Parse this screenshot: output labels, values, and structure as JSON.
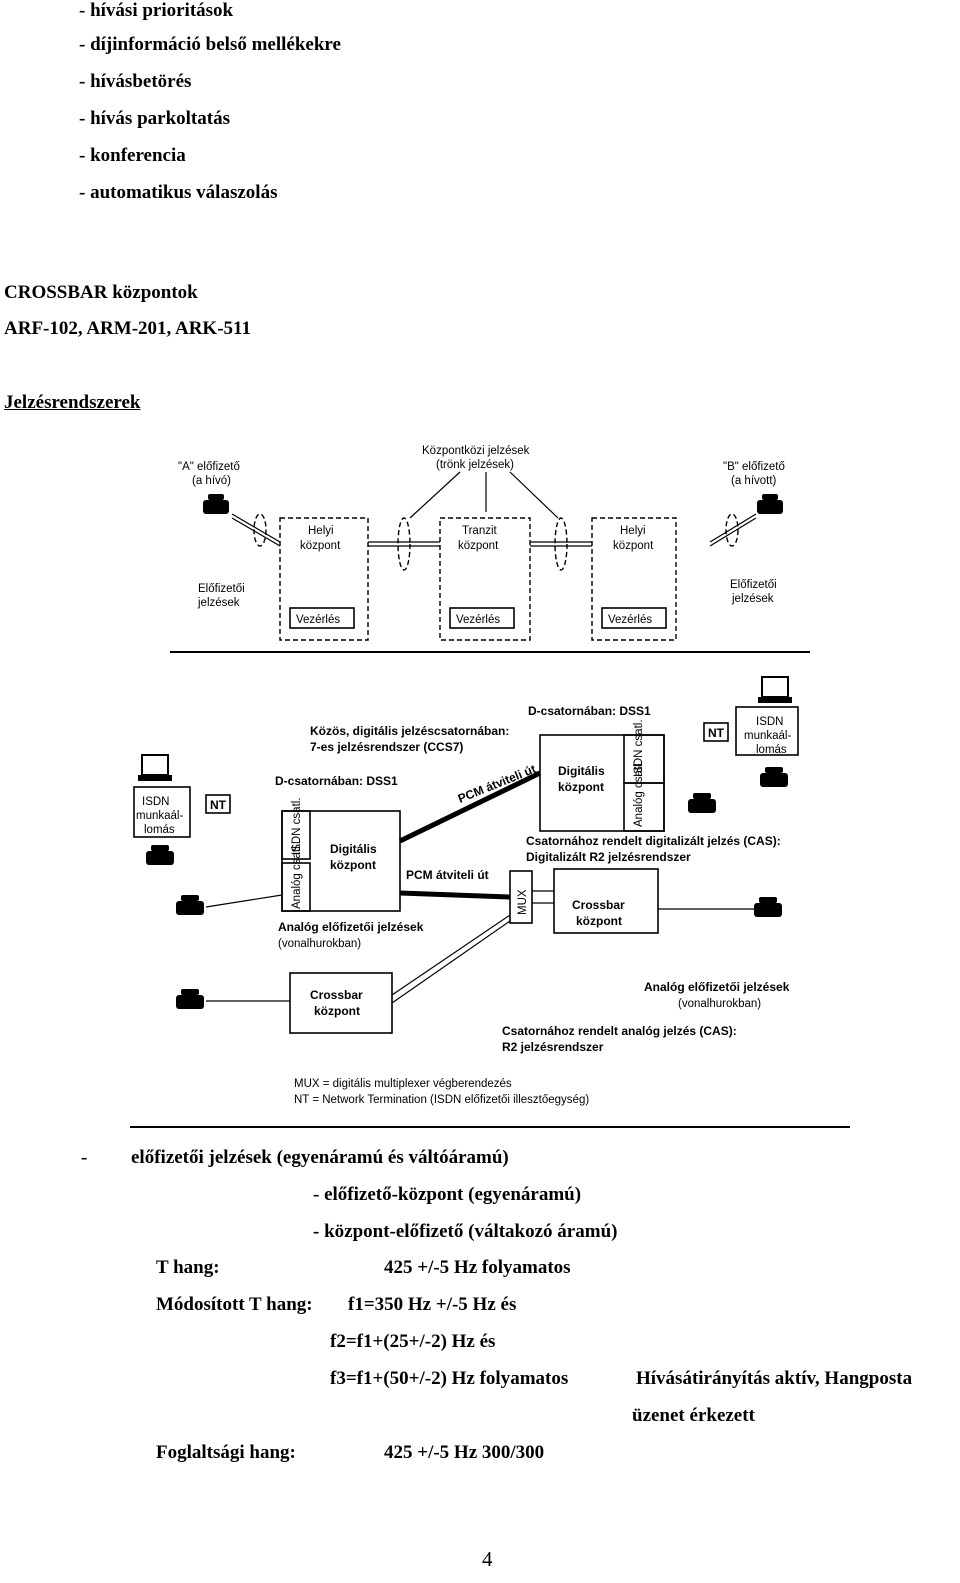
{
  "list_items": [
    "- hívási prioritások",
    "- díjinformáció belső mellékekre",
    "- hívásbetörés",
    "- hívás parkoltatás",
    "- konferencia",
    "- automatikus válaszolás"
  ],
  "crossbar_title": "CROSSBAR központok",
  "crossbar_models": "ARF-102, ARM-201, ARK-511",
  "signaling_heading": "Jelzésrendszerek",
  "diagram1": {
    "a_sub_1": "\"A\" előfizető",
    "a_sub_2": "(a hívó)",
    "b_sub_1": "\"B\" előfizető",
    "b_sub_2": "(a hívott)",
    "inter_1": "Központközi jelzések",
    "inter_2": "(trönk jelzések)",
    "local1_1": "Helyi",
    "local1_2": "központ",
    "transit_1": "Tranzit",
    "transit_2": "központ",
    "local2_1": "Helyi",
    "local2_2": "központ",
    "control": "Vezérlés",
    "subsig_l1": "Előfizetői",
    "subsig_l2": "jelzések",
    "subsig_r1": "Előfizetői",
    "subsig_r2": "jelzések"
  },
  "diagram2": {
    "dchan_top": "D-csatornában: DSS1",
    "common_1": "Közös, digitális jelzéscsatornában:",
    "common_2": "7-es jelzésrendszer (CCS7)",
    "dchan_left": "D-csatornában: DSS1",
    "isdn_1": "ISDN",
    "isdn_2": "munkaál-",
    "isdn_3": "lomás",
    "nt": "NT",
    "isdn_port": "ISDN csatl.",
    "analog_port": "Analóg csatl.",
    "digital_1": "Digitális",
    "digital_2": "központ",
    "pcm": "PCM átviteli út",
    "cas_1": "Csatornához rendelt digitalizált jelzés (CAS):",
    "cas_2": "Digitalizált R2 jelzésrendszer",
    "mux": "MUX",
    "crossbar_1": "Crossbar",
    "crossbar_2": "központ",
    "analog_sig_1": "Analóg előfizetői jelzések",
    "analog_sig_2": "(vonalhurokban)",
    "cas_analog_1": "Csatornához rendelt analóg jelzés (CAS):",
    "cas_analog_2": "R2 jelzésrendszer",
    "legend_mux": "MUX = digitális multiplexer végberendezés",
    "legend_nt": "NT    = Network Termination (ISDN előfizetői illesztőegység)"
  },
  "signals": {
    "subscriber": "előfizetői jelzések (egyenáramú és váltóáramú)",
    "dash": "-",
    "sub_to_exch": "- előfizető-központ (egyenáramú)",
    "exch_to_sub": "- központ-előfizető (váltakozó áramú)",
    "t_tone_label": "T hang:",
    "t_tone_value": "425 +/-5 Hz folyamatos",
    "mod_label": "Módosított T hang:",
    "mod_f1": "f1=350 Hz +/-5 Hz és",
    "mod_f2": "f2=f1+(25+/-2) Hz és",
    "mod_f3": "f3=f1+(50+/-2) Hz  folyamatos",
    "note_1": "Hívásátirányítás aktív, Hangposta",
    "note_2": "üzenet érkezett",
    "busy_label": "Foglaltsági hang:",
    "busy_value": "425 +/-5 Hz 300/300"
  },
  "page_number": "4"
}
